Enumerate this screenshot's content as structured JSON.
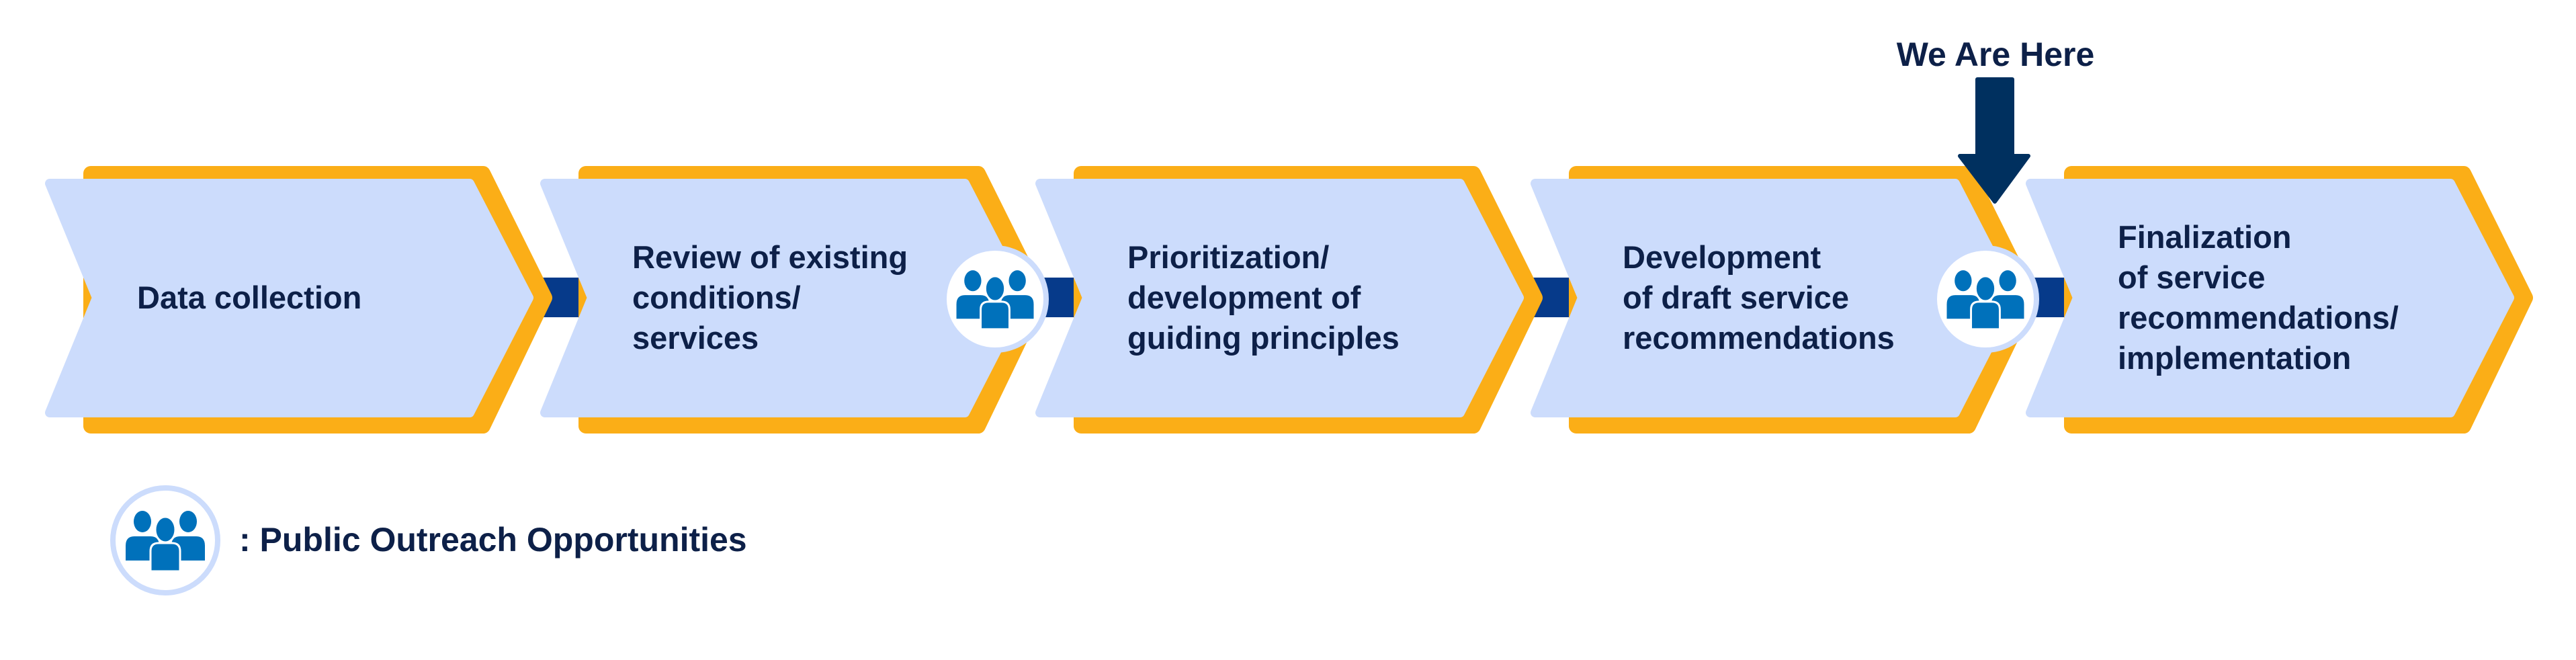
{
  "marker": {
    "label": "We Are Here",
    "current_after_step": 4
  },
  "steps": [
    {
      "lines": [
        "Data collection"
      ]
    },
    {
      "lines": [
        "Review of existing",
        "conditions/",
        "services"
      ],
      "outreach_after": true
    },
    {
      "lines": [
        "Prioritization/",
        "development of",
        "guiding principles"
      ]
    },
    {
      "lines": [
        "Development",
        "of draft service",
        "recommendations"
      ],
      "outreach_after": true
    },
    {
      "lines": [
        "Finalization",
        "of service",
        "recommendations/",
        "implementation"
      ]
    }
  ],
  "legend": {
    "label": ": Public Outreach Opportunities",
    "icon": "people-group-icon"
  },
  "colors": {
    "chevron_fill": "#ccdcfc",
    "chevron_outline": "#fbae17",
    "connector": "#063a8a",
    "arrow": "#00305f",
    "icon": "#0071bb",
    "text": "#0d2048"
  }
}
